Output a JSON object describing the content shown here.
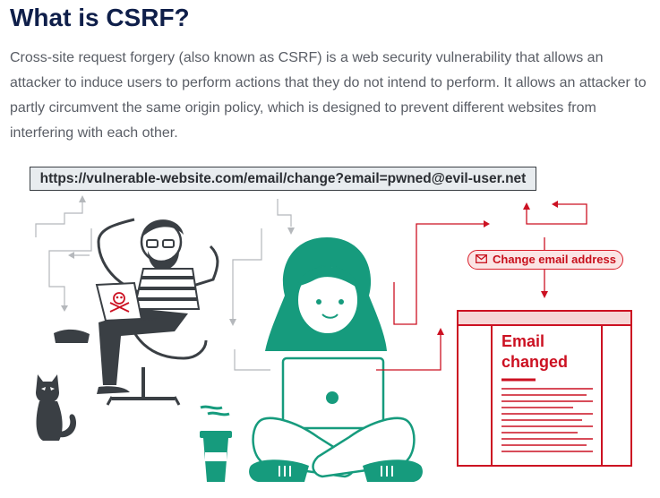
{
  "heading": "What is CSRF?",
  "intro": "Cross-site request forgery (also known as CSRF) is a web security vulnerability that allows an attacker to induce users to perform actions that they do not intend to perform. It allows an attacker to partly circumvent the same origin policy, which is designed to prevent different websites from interfering with each other.",
  "url": "https://vulnerable-website.com/email/change?email=pwned@evil-user.net",
  "illustration": {
    "action_label": "Change email address",
    "result_text": "Email changed",
    "icons": [
      "attacker-figure",
      "skull-crossbones-icon",
      "cat-icon",
      "victim-figure",
      "coffee-cup-icon",
      "envelope-icon",
      "browser-window"
    ],
    "colors": {
      "accent": "#cc1122",
      "victim": "#169b7d",
      "attacker": "#3a3f44",
      "heading": "#0f1f4a"
    }
  }
}
